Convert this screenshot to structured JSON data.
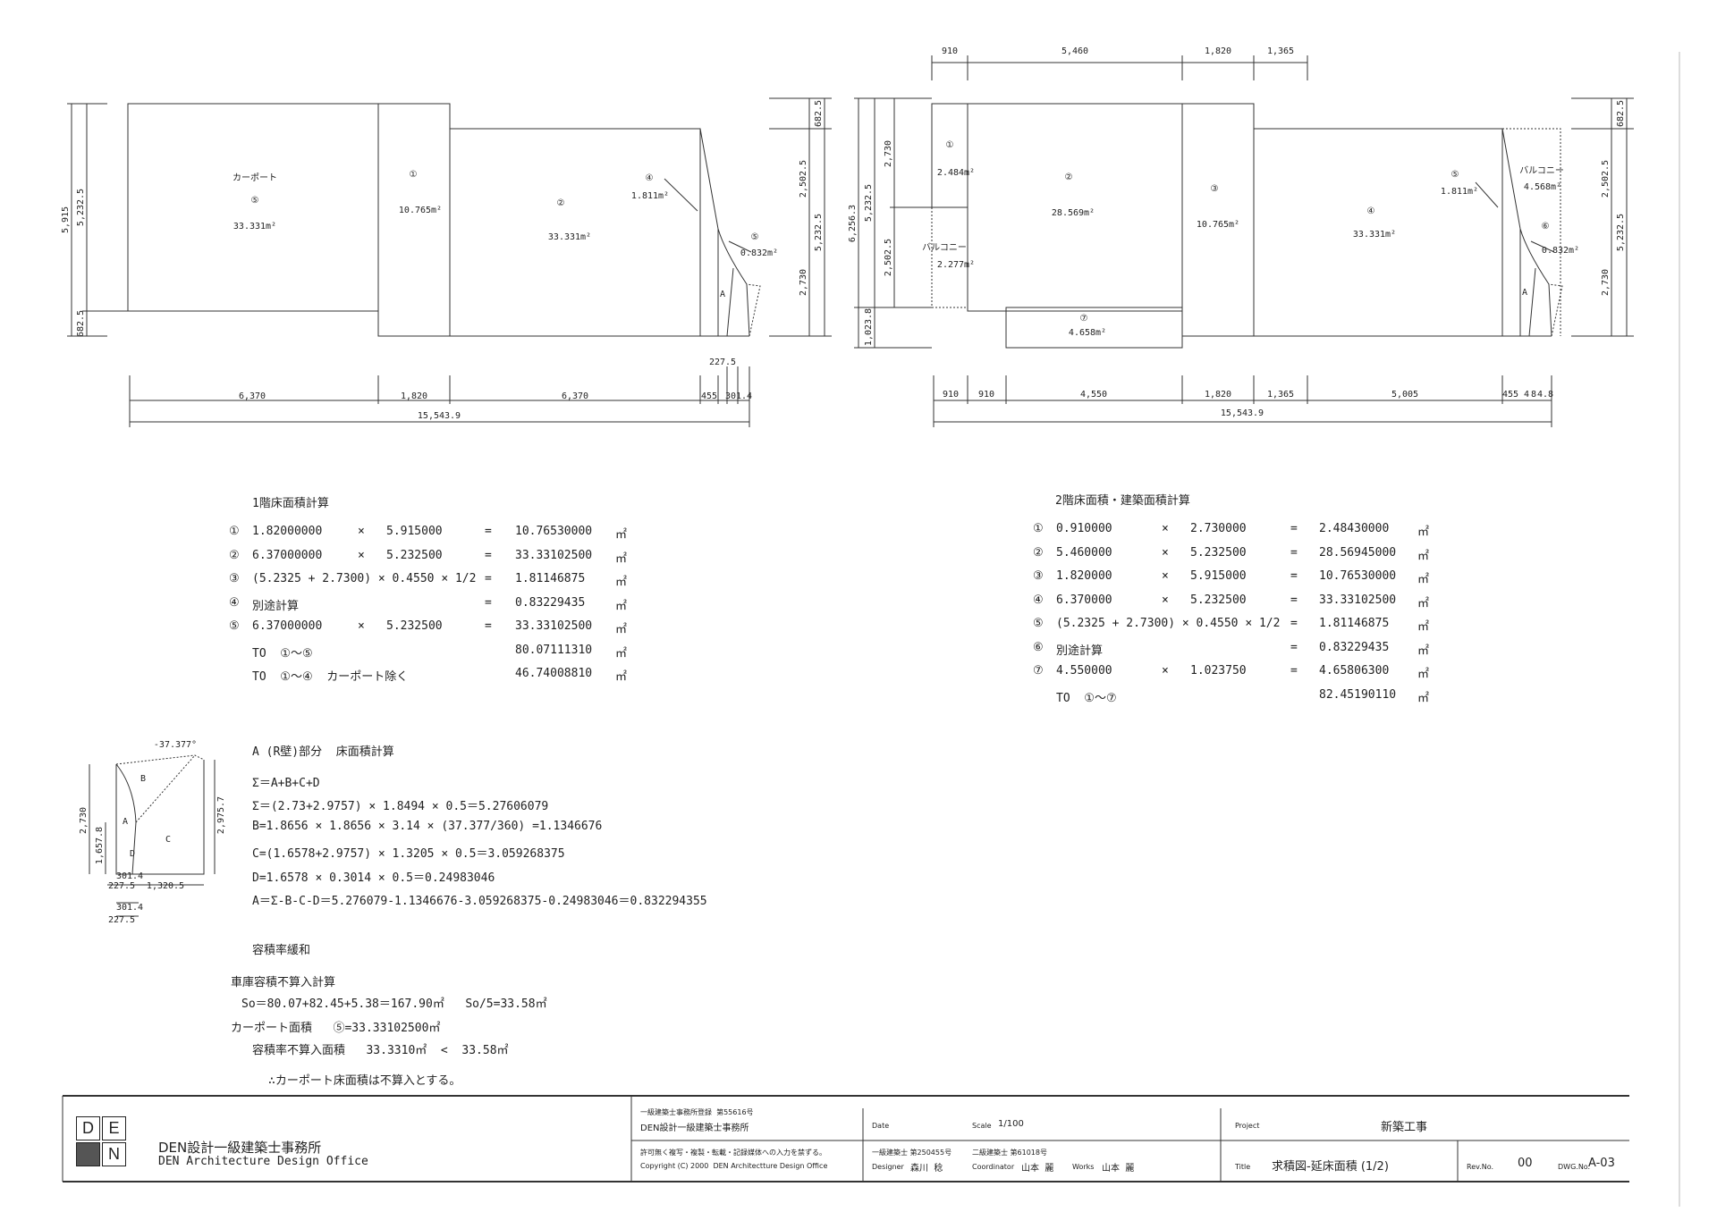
{
  "plan1": {
    "top_dims": [],
    "bottom_dims": [
      "6,370",
      "1,820",
      "6,370",
      "455",
      "301.4"
    ],
    "bottom_small": "227.5",
    "total": "15,543.9",
    "left_dims": [
      "5,915",
      "5,232.5",
      "682.5"
    ],
    "right_dims": [
      "682.5",
      "2,502.5",
      "5,232.5",
      "2,730"
    ],
    "rooms": [
      {
        "label": "カーポート",
        "num": "⑤",
        "area": "33.331m²"
      },
      {
        "num": "①",
        "area": "10.765m²"
      },
      {
        "num": "②",
        "area": "33.331m²"
      },
      {
        "num": "④",
        "area": "1.811m²"
      },
      {
        "num": "⑤",
        "area": "0.832m²"
      },
      {
        "num": "A"
      }
    ]
  },
  "plan2": {
    "top_dims": [
      "910",
      "5,460",
      "1,820",
      "1,365"
    ],
    "bottom_dims": [
      "910",
      "910",
      "4,550",
      "1,820",
      "1,365",
      "5,005",
      "455",
      "4",
      "8",
      "4.8"
    ],
    "total": "15,543.9",
    "left_dims": [
      "6,256.3",
      "5,232.5",
      "2,730",
      "2,502.5",
      "1,023.8"
    ],
    "right_dims": [
      "682.5",
      "2,502.5",
      "5,232.5",
      "2,730"
    ],
    "rooms": [
      {
        "num": "①",
        "area": "2.484m²"
      },
      {
        "num": "②",
        "area": "28.569m²"
      },
      {
        "num": "③",
        "area": "10.765m²"
      },
      {
        "num": "④",
        "area": "33.331m²"
      },
      {
        "num": "⑤",
        "area": "1.811m²"
      },
      {
        "label": "バルコニー",
        "area": "4.568m²"
      },
      {
        "num": "⑥",
        "area": "0.832m²"
      },
      {
        "label": "バルコニー",
        "area": "2.277m²"
      },
      {
        "num": "⑦",
        "area": "4.658m²"
      },
      {
        "num": "A"
      }
    ]
  },
  "calc1": {
    "title": "1階床面積計算",
    "rows": [
      {
        "no": "①",
        "expr": "1.82000000",
        "op": "×",
        "b": "5.915000",
        "eq": "=",
        "res": "10.76530000",
        "unit": "㎡"
      },
      {
        "no": "②",
        "expr": "6.37000000",
        "op": "×",
        "b": "5.232500",
        "eq": "=",
        "res": "33.33102500",
        "unit": "㎡"
      },
      {
        "no": "③",
        "expr": "(5.2325 + 2.7300) × 0.4550 × 1/2",
        "op": "",
        "b": "",
        "eq": "=",
        "res": "1.81146875",
        "unit": "㎡"
      },
      {
        "no": "④",
        "expr": "別途計算",
        "op": "",
        "b": "",
        "eq": "=",
        "res": "0.83229435",
        "unit": "㎡"
      },
      {
        "no": "⑤",
        "expr": "6.37000000",
        "op": "×",
        "b": "5.232500",
        "eq": "=",
        "res": "33.33102500",
        "unit": "㎡"
      },
      {
        "no": "",
        "expr": "TO  ①～⑤",
        "op": "",
        "b": "",
        "eq": "",
        "res": "80.07111310",
        "unit": "㎡"
      },
      {
        "no": "",
        "expr": "TO  ①～④  カーポート除く",
        "op": "",
        "b": "",
        "eq": "",
        "res": "46.74008810",
        "unit": "㎡"
      }
    ]
  },
  "calc2": {
    "title": "2階床面積・建築面積計算",
    "rows": [
      {
        "no": "①",
        "expr": "0.910000",
        "op": "×",
        "b": "2.730000",
        "eq": "=",
        "res": "2.48430000",
        "unit": "㎡"
      },
      {
        "no": "②",
        "expr": "5.460000",
        "op": "×",
        "b": "5.232500",
        "eq": "=",
        "res": "28.56945000",
        "unit": "㎡"
      },
      {
        "no": "③",
        "expr": "1.820000",
        "op": "×",
        "b": "5.915000",
        "eq": "=",
        "res": "10.76530000",
        "unit": "㎡"
      },
      {
        "no": "④",
        "expr": "6.370000",
        "op": "×",
        "b": "5.232500",
        "eq": "=",
        "res": "33.33102500",
        "unit": "㎡"
      },
      {
        "no": "⑤",
        "expr": "(5.2325 + 2.7300) × 0.4550 × 1/2",
        "op": "",
        "b": "",
        "eq": "=",
        "res": "1.81146875",
        "unit": "㎡"
      },
      {
        "no": "⑥",
        "expr": "別途計算",
        "op": "",
        "b": "",
        "eq": "=",
        "res": "0.83229435",
        "unit": "㎡"
      },
      {
        "no": "⑦",
        "expr": "4.550000",
        "op": "×",
        "b": "1.023750",
        "eq": "=",
        "res": "4.65806300",
        "unit": "㎡"
      },
      {
        "no": "",
        "expr": "TO  ①～⑦",
        "op": "",
        "b": "",
        "eq": "",
        "res": "82.45190110",
        "unit": "㎡"
      }
    ]
  },
  "detail": {
    "angle": "-37.377°",
    "labels": [
      "B",
      "A",
      "C",
      "D"
    ],
    "dims": [
      "2,730",
      "1,657.8",
      "2,975.7",
      "301.4",
      "227.5",
      "1,320.5",
      "301.4",
      "227.5"
    ]
  },
  "calcA": {
    "title": "A (R壁)部分  床面積計算",
    "lines": [
      "Σ＝A+B+C+D",
      "Σ＝(2.73+2.9757) × 1.8494 × 0.5＝5.27606079",
      "B=1.8656 × 1.8656 × 3.14 × (37.377/360) =1.1346676",
      "C=(1.6578+2.9757) × 1.3205 × 0.5＝3.059268375",
      "D=1.6578 × 0.3014 × 0.5＝0.24983046",
      "A＝Σ-B-C-D＝5.276079-1.1346676-3.059268375-0.24983046＝0.832294355"
    ]
  },
  "relax": {
    "title": "容積率緩和",
    "subtitle": "車庫容積不算入計算",
    "l1": "So＝80.07+82.45+5.38＝167.90㎡   So/5=33.58㎡",
    "l2": "カーポート面積   ⑤=33.33102500㎡",
    "l3": "容積率不算入面積   33.3310㎡  <  33.58㎡",
    "l4": "∴カーポート床面積は不算入とする。"
  },
  "titleblock": {
    "logo": [
      "D",
      "E",
      "",
      "N"
    ],
    "office_jp": "DEN設計一級建築士事務所",
    "office_en": "DEN Architecture Design Office",
    "reg": "一級建築士事務所登録  第55616号",
    "reg_name": "DEN設計一級建築士事務所",
    "notice": "許可無く複写・複製・転載・記録媒体への入力を禁ずる。",
    "copyright": "Copyright (C) 2000  DEN Architectture Design Office",
    "date_label": "Date",
    "scale_label": "Scale",
    "scale_value": "1/100",
    "project_label": "Project",
    "project_value": "新築工事",
    "arch1": "一級建築士 第250455号",
    "arch2": "二級建築士 第61018号",
    "designer_label": "Designer",
    "designer": "森川  稔",
    "coord_label": "Coordinator",
    "coord": "山本  麗",
    "works_label": "Works",
    "works": "山本  麗",
    "title_label": "Title",
    "title_value": "求積図-延床面積 (1/2)",
    "rev_label": "Rev.No.",
    "rev": "00",
    "dwg_label": "DWG.No.",
    "dwg": "A-03"
  }
}
